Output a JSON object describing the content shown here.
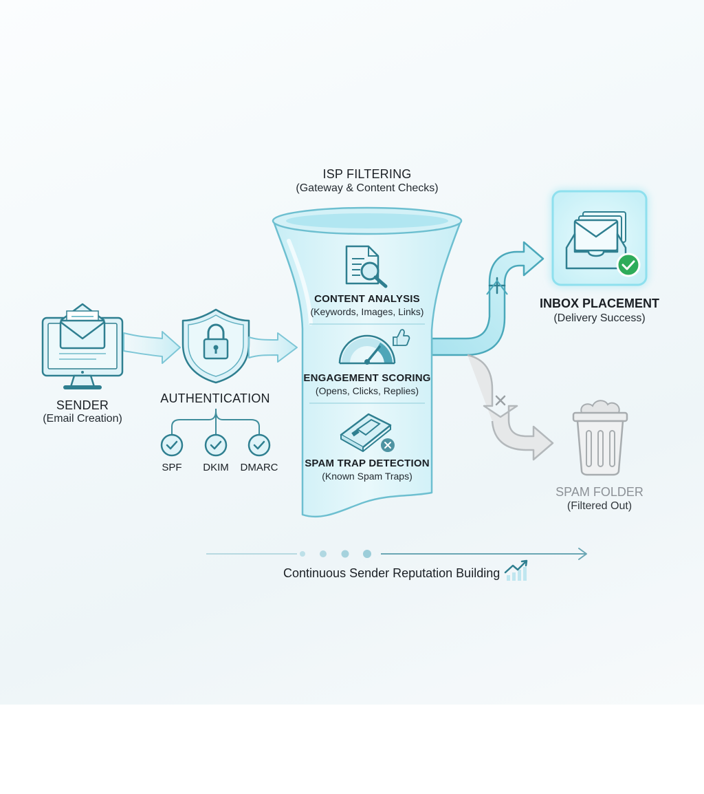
{
  "sender": {
    "title": "SENDER",
    "subtitle": "(Email Creation)"
  },
  "authentication": {
    "title": "AUTHENTICATION",
    "checks": [
      "SPF",
      "DKIM",
      "DMARC"
    ]
  },
  "isp": {
    "title": "ISP FILTERING",
    "subtitle": "(Gateway & Content Checks)",
    "stages": [
      {
        "title": "CONTENT ANALYSIS",
        "subtitle": "(Keywords, Images, Links)"
      },
      {
        "title": "ENGAGEMENT SCORING",
        "subtitle": "(Opens, Clicks, Replies)"
      },
      {
        "title": "SPAM TRAP DETECTION",
        "subtitle": "(Known Spam Traps)"
      }
    ]
  },
  "inbox": {
    "title": "INBOX PLACEMENT",
    "subtitle": "(Delivery Success)"
  },
  "spam": {
    "title": "SPAM FOLDER",
    "subtitle": "(Filtered Out)"
  },
  "footer": {
    "label": "Continuous Sender Reputation Building"
  },
  "colors": {
    "teal_stroke": "#2f7f90",
    "teal_fill": "#bfe9f2",
    "success_green": "#2eac5a",
    "spam_gray": "#a7acaf"
  }
}
